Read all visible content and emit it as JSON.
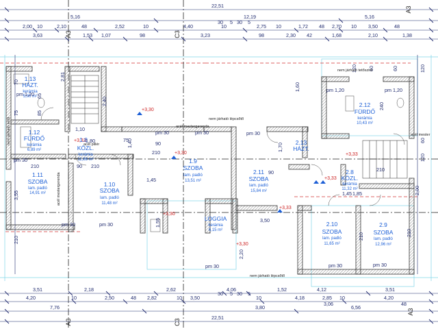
{
  "plan": {
    "dims_top": {
      "row1": [
        "22,51"
      ],
      "row2": [
        "5,16",
        "12,19",
        "5,16"
      ],
      "row3": [
        "2,00",
        "10",
        "2,10",
        "48",
        "2,52",
        "10",
        "4,40",
        "10",
        "2,75",
        "10",
        "1,72",
        "48",
        "2,70",
        "10",
        "3,50",
        "48"
      ],
      "row3b": [
        "30",
        "5",
        "30",
        "5"
      ],
      "row4": [
        "3,63",
        "1,53",
        "1,07",
        "98",
        "3,23",
        "98",
        "2,30",
        "42",
        "1,68",
        "2,10",
        "1,38"
      ]
    },
    "dims_bottom": {
      "row1": [
        "3,51",
        "2,18",
        "2,62",
        "4,06",
        "1,52",
        "4,12",
        "3,51"
      ],
      "row2": [
        "4,20",
        "10",
        "2,50",
        "48",
        "2,82",
        "10",
        "3,50",
        "10",
        "4,18",
        "2,85",
        "10",
        "4,20"
      ],
      "row2b": [
        "30",
        "5",
        "30",
        "5"
      ],
      "row3": [
        "7,76",
        "3,80",
        "6,56"
      ],
      "row3b": [
        "3,06",
        "48"
      ],
      "row4": [
        "22,51"
      ]
    },
    "dims_left": [
      "70",
      "75",
      "3,55",
      "210",
      "2,81",
      "85",
      "65"
    ],
    "dims_right": [
      "120",
      "60",
      "240",
      "60",
      "120",
      "60",
      "120",
      "210",
      "210"
    ],
    "axes": [
      "A3",
      "C3",
      "A3",
      "C3",
      "A3",
      "A3"
    ],
    "levels": [
      "+3,30",
      "+3,33",
      "+3,30",
      "+3,33",
      "+3,33",
      "+3,30",
      "+3,30",
      "+3,33"
    ],
    "rooms": [
      {
        "num": "1.13",
        "name": "HÁZT.",
        "material": "kerámia",
        "area": "5,00 m²"
      },
      {
        "num": "1.12",
        "name": "FÜRDŐ",
        "material": "kerámia",
        "area": "6,89 m²"
      },
      {
        "num": "1.11",
        "name": "SZOBA",
        "material": "lam. padló",
        "area": "14,91 m²"
      },
      {
        "num": "1.8",
        "name": "KÖZL.",
        "material": "kerámia",
        "area": "11,88 m²"
      },
      {
        "num": "1.10",
        "name": "SZOBA",
        "material": "lam. padló",
        "area": "11,48 m²"
      },
      {
        "num": "1.9",
        "name": "SZOBA",
        "material": "lam. padló",
        "area": "13,51 m²"
      },
      {
        "num": "2.11",
        "name": "SZOBA",
        "material": "lam. padló",
        "area": "15,84 m²"
      },
      {
        "num": "",
        "name": "LOGGIA",
        "material": "kerámia",
        "area": "6,15 m²"
      },
      {
        "num": "2.13",
        "name": "HÁZT.",
        "material": "",
        "area": ""
      },
      {
        "num": "2.12",
        "name": "FÜRDŐ",
        "material": "kerámia",
        "area": "10,43 m²"
      },
      {
        "num": "2.8",
        "name": "KÖZL.",
        "material": "kerámia",
        "area": "11,32 m²"
      },
      {
        "num": "2.10",
        "name": "SZOBA",
        "material": "lam. padló",
        "area": "11,65 m²"
      },
      {
        "num": "2.9",
        "name": "SZOBA",
        "material": "lam. padló",
        "area": "12,96 m²"
      }
    ],
    "notes": {
      "n1": "nem járható tetőszint",
      "n2": "acél mestergerenda",
      "n3": "nem járható lépcsőtő",
      "n4": "acél pillér",
      "n5": "nem járható tetőt",
      "n6": "acél mester",
      "n7": "nem járható lépcsőtő",
      "n8": "acél mestergerenda"
    },
    "misc": [
      "pm 1,20",
      "pm 30",
      "pm 1,20",
      "pm 30",
      "pm 30",
      "pm 30",
      "pm 30",
      "pm 30",
      "pm 30",
      "pm 1,20",
      "pm 30",
      "pm 30",
      "1,10",
      "1,60",
      "1,70",
      "1,45",
      "1,45",
      "1,55",
      "1,40",
      "3,50",
      "2,20",
      "1,80",
      "2,40",
      "2,00",
      "1,85",
      "90",
      "210",
      "90",
      "90",
      "210",
      "210",
      "210",
      "75"
    ]
  }
}
